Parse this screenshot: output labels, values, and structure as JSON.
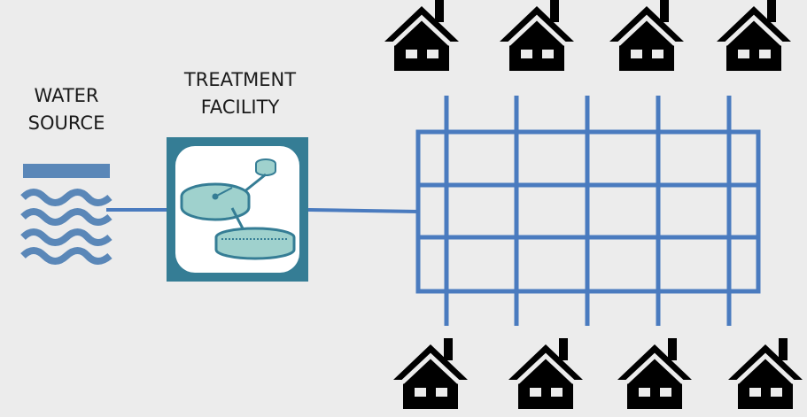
{
  "labels": {
    "water_source": [
      "WATER",
      "SOURCE"
    ],
    "treatment_facility": [
      "TREATMENT",
      "FACILITY"
    ]
  },
  "icons": {
    "water_source": "water-waves-icon",
    "treatment_facility": "clarifier-tanks-icon",
    "house": "house-icon"
  },
  "colors": {
    "pipe": "#4a7bbf",
    "water_icon": "#5a87b8",
    "facility_frame": "#357d95",
    "facility_inner": "#ffffff",
    "tank_fill": "#9fd1cd",
    "tank_stroke": "#357d95",
    "house": "#000000",
    "background": "#ececec"
  },
  "distribution_grid": {
    "horizontal_pipes": 4,
    "vertical_pipes": 5
  },
  "houses": {
    "top_row": 4,
    "bottom_row": 4
  }
}
